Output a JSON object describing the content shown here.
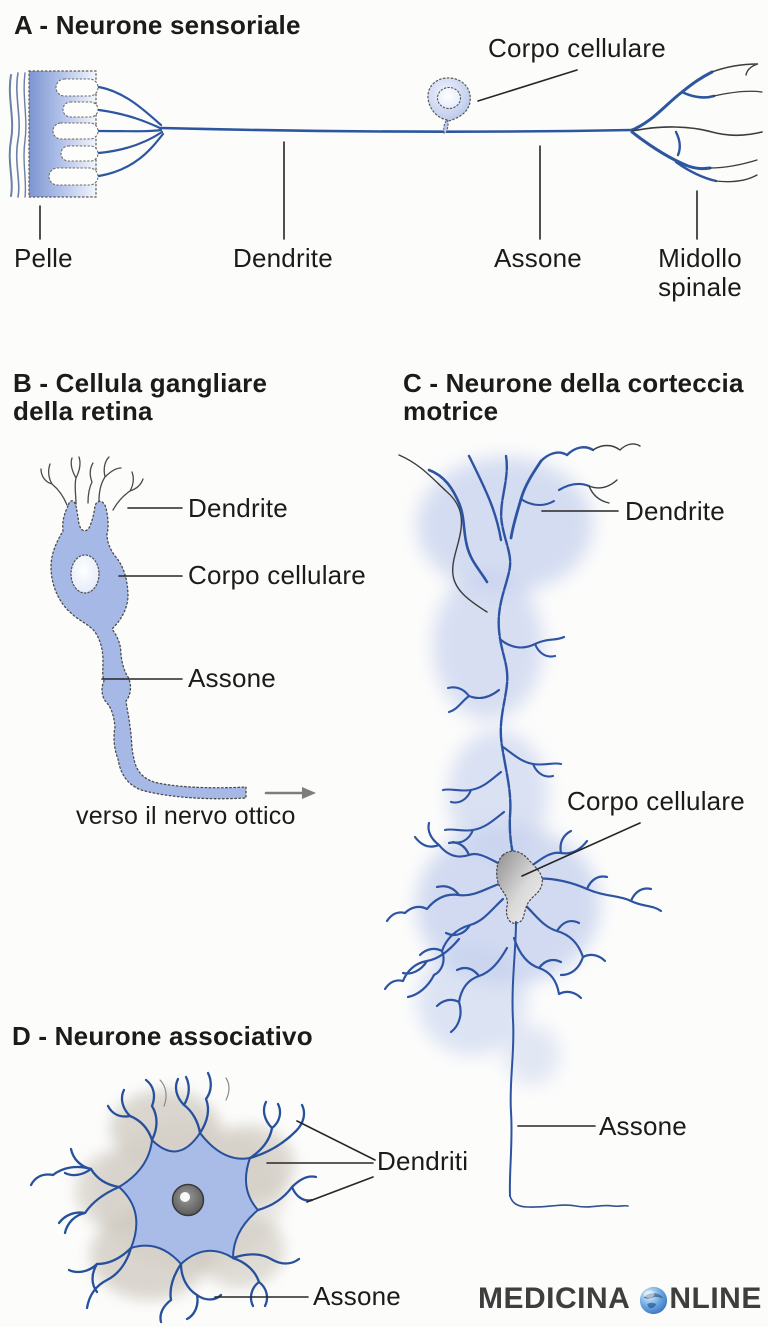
{
  "panel_a": {
    "title": "A - Neurone sensoriale",
    "labels": {
      "corpo_cellulare": "Corpo cellulare",
      "pelle": "Pelle",
      "dendrite": "Dendrite",
      "assone": "Assone",
      "midollo_line1": "Midollo",
      "midollo_line2": "spinale"
    }
  },
  "panel_b": {
    "title_line1": "B - Cellula gangliare",
    "title_line2": "della retina",
    "labels": {
      "dendrite": "Dendrite",
      "corpo_cellulare": "Corpo cellulare",
      "assone": "Assone",
      "verso_nervo_ottico": "verso il nervo ottico"
    }
  },
  "panel_c": {
    "title_line1": "C - Neurone della corteccia",
    "title_line2": "motrice",
    "labels": {
      "dendrite": "Dendrite",
      "corpo_cellulare": "Corpo cellulare",
      "assone": "Assone"
    }
  },
  "panel_d": {
    "title": "D - Neurone associativo",
    "labels": {
      "dendriti": "Dendriti",
      "assone": "Assone"
    }
  },
  "watermark": {
    "medicina": "MEDICINA",
    "nline": "NLINE"
  },
  "colors": {
    "neuron_line_blue": "#2d56a0",
    "cell_fill_periwinkle": "#a8b9e6",
    "cloud_blue": "#c7d2ee",
    "cell_body_gray": "#b5b5b5",
    "halo_gray": "#ccc6bc",
    "label_text": "#1b1b1b",
    "pointer_line": "#262626",
    "arrow_gray": "#7d7d7d",
    "watermark_text": "#3e3e3e"
  }
}
